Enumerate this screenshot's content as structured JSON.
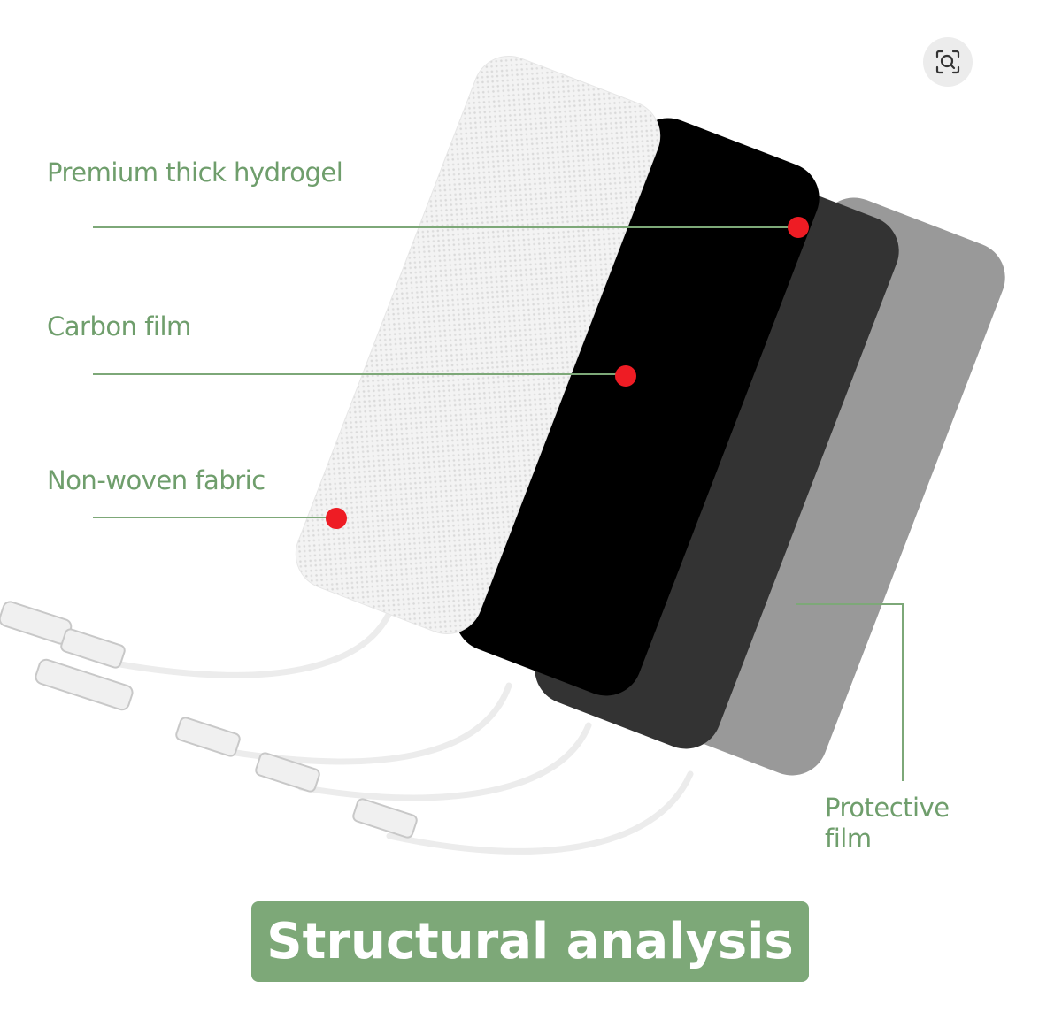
{
  "labels": {
    "hydrogel": "Premium thick hydrogel",
    "carbon": "Carbon film",
    "fabric": "Non-woven fabric",
    "protective": "Protective film"
  },
  "banner": {
    "text": "Structural analysis"
  },
  "icons": {
    "zoom": "zoom-scan-icon"
  },
  "colors": {
    "label_green": "#6f9e6c",
    "banner_green": "#7da878",
    "marker_red": "#ee1c24",
    "fabric_white": "#f4f4f4",
    "carbon_black": "#000000",
    "hydrogel_dark": "#333333",
    "protective_gray": "#999999"
  }
}
